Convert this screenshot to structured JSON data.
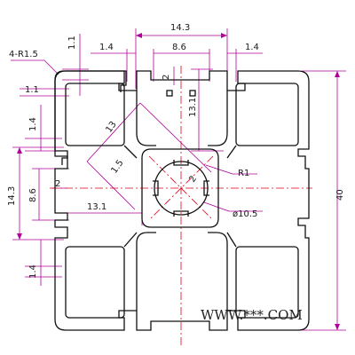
{
  "drawing": {
    "dims": {
      "top_width": "14.3",
      "top_slot": "8.6",
      "top_left_wall": "1.4",
      "top_right_wall": "1.4",
      "top_lip": "1.1",
      "corner_radius": "4-R1.5",
      "left_lip": "1.1",
      "slot_depth_top": "2",
      "inner_height": "13.1",
      "left_wall": "1.4",
      "diagonal_13": "13",
      "diagonal_1_5": "1.5",
      "center_radius": "R1",
      "center_2": "2",
      "bore": "ø10.5",
      "left_slot_width": "14.3",
      "left_slot_inner": "8.6",
      "left_slot_depth": "2",
      "inner_width": "13.1",
      "bottom_left_wall": "1.4",
      "total_height": "40"
    },
    "watermark": "WWW.***.COM"
  }
}
